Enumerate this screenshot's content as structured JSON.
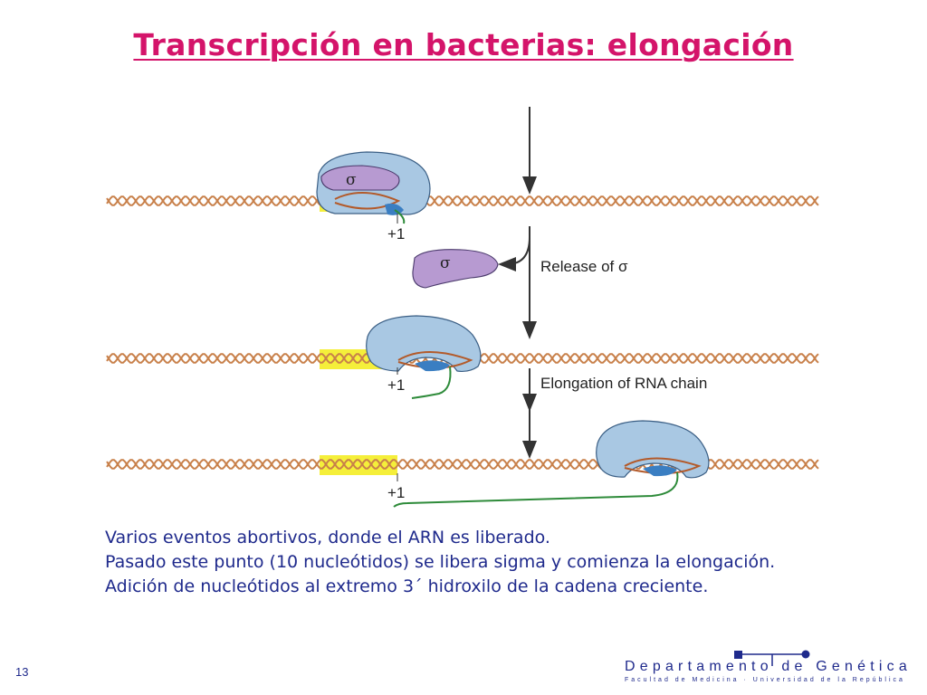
{
  "slide": {
    "title": "Transcripción en bacterias: elongación",
    "page_number": "13"
  },
  "diagram": {
    "sigma_symbol": "σ",
    "plus_one": "+1",
    "step_labels": [
      "Release of σ",
      "Elongation of RNA chain"
    ]
  },
  "caption": {
    "lines": [
      "Varios eventos abortivos, donde el ARN es liberado.",
      "Pasado este punto (10 nucleótidos) se libera sigma y comienza la elongación.",
      "Adición de nucleótidos al extremo 3´ hidroxilo de la cadena creciente."
    ]
  },
  "footer": {
    "department": "Departamento de Genética",
    "faculty": "Facultad de Medicina · Universidad de la República"
  },
  "colors": {
    "title": "#d4146a",
    "caption_text": "#1f2a8c",
    "dna_strand": "#c8804a",
    "dna_strand_downstream": "#d9463a",
    "promoter_highlight": "#f5ef3a",
    "rna_polymerase": "#a9c8e3",
    "sigma_factor": "#b79ad1",
    "rna_chain": "#2e8b3a",
    "active_site": "#3a7ec2"
  }
}
